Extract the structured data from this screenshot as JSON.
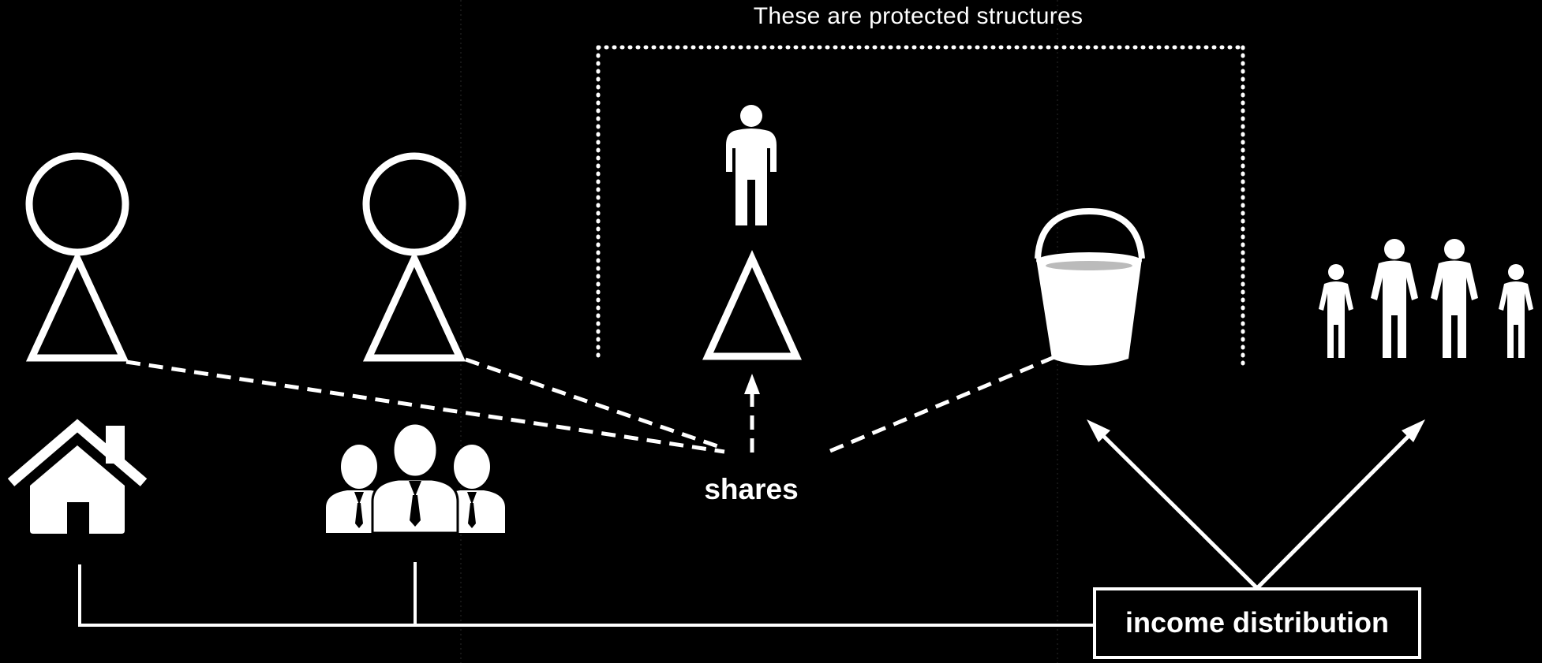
{
  "diagram": {
    "caption": "These are protected structures",
    "shares_label": "shares",
    "income_label": "income distribution",
    "color": "#ffffff",
    "background": "#000000",
    "icons": [
      "person-symbol-icon",
      "person-symbol-icon",
      "house-icon",
      "business-group-icon",
      "person-icon",
      "triangle-icon",
      "bucket-icon",
      "family-icon"
    ]
  }
}
